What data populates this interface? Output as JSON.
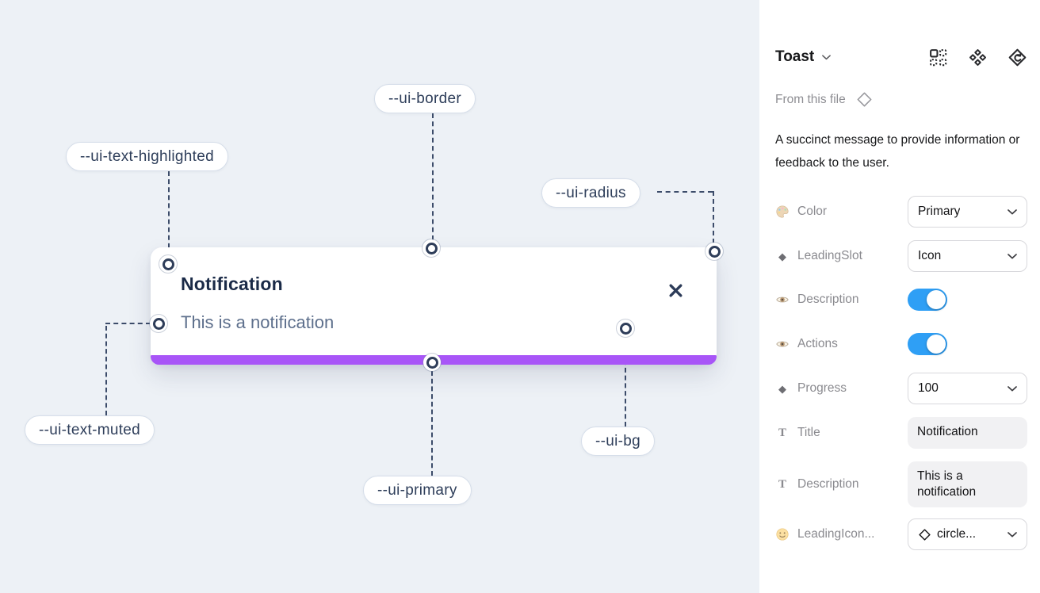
{
  "canvas": {
    "toast": {
      "title": "Notification",
      "description": "This is a notification",
      "close_icon": "x-icon"
    },
    "labels": [
      {
        "text": "--ui-border"
      },
      {
        "text": "--ui-text-highlighted"
      },
      {
        "text": "--ui-radius"
      },
      {
        "text": "--ui-text-muted"
      },
      {
        "text": "--ui-primary"
      },
      {
        "text": "--ui-bg"
      }
    ],
    "colors": {
      "canvas_bg": "#edf1f6",
      "card_bg": "#ffffff",
      "progress_bar": "#a855f7",
      "connector": "#3c4c6a",
      "title_text": "#1a2a47",
      "muted_text": "#5d6f8c"
    }
  },
  "panel": {
    "title": "Toast",
    "source_label": "From this file",
    "description": "A succinct message to provide information or feedback to the user.",
    "header_icons": [
      "grid-instance-icon",
      "components-icon",
      "diamond-arrow-icon"
    ],
    "properties": [
      {
        "label": "Color",
        "icon": "palette-icon",
        "control": "select",
        "value": "Primary"
      },
      {
        "label": "LeadingSlot",
        "icon": "diamond-icon",
        "control": "select",
        "value": "Icon"
      },
      {
        "label": "Description",
        "icon": "eye-icon",
        "control": "toggle",
        "value": "on"
      },
      {
        "label": "Actions",
        "icon": "eye-icon",
        "control": "toggle",
        "value": "on"
      },
      {
        "label": "Progress",
        "icon": "diamond-icon",
        "control": "select",
        "value": "100"
      },
      {
        "label": "Title",
        "icon": "text-icon",
        "control": "text",
        "value": "Notification"
      },
      {
        "label": "Description",
        "icon": "text-icon",
        "control": "text",
        "value": "This is a notification"
      },
      {
        "label": "LeadingIcon...",
        "icon": "smiley-icon",
        "control": "select",
        "value": "circle...",
        "value_icon": "diamond-outline-icon"
      }
    ],
    "colors": {
      "toggle_on": "#2f9ff5"
    }
  }
}
